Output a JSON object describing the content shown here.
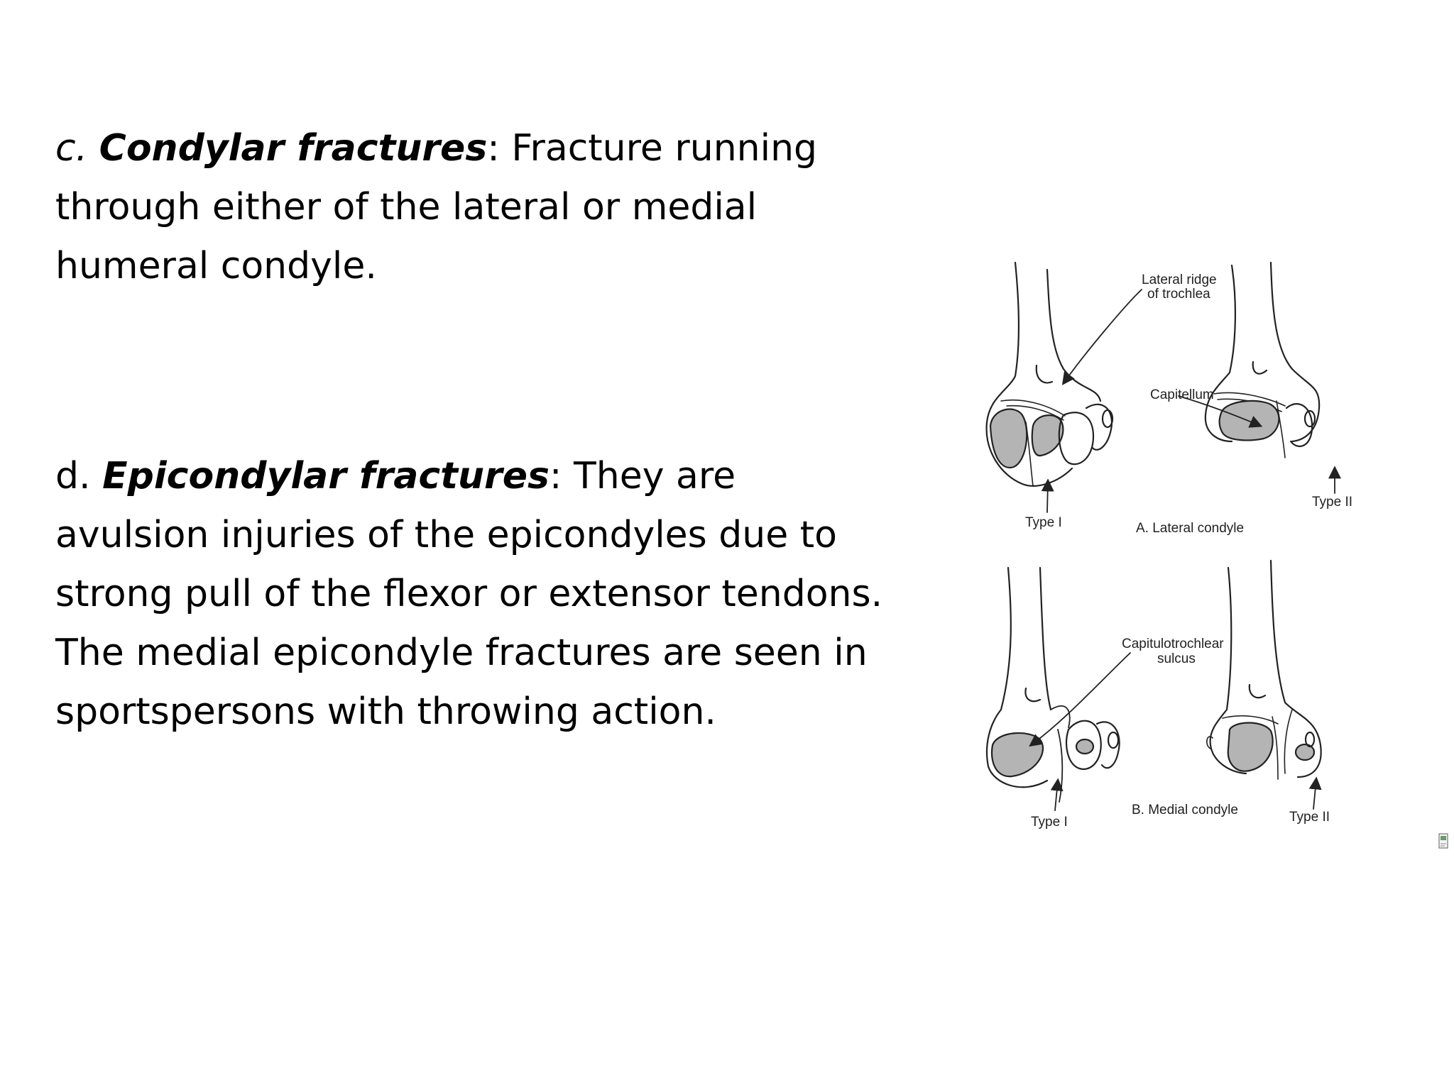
{
  "slide": {
    "para_c": {
      "prefix": "c. ",
      "term": "Condylar fractures",
      "colon": ":",
      "body": " Fracture running through either of the lateral or medial humeral condyle."
    },
    "para_d": {
      "prefix": "d. ",
      "term": "Epicondylar fractures",
      "colon": ":",
      "body": " They are avulsion injuries of the epicondyles due to strong pull of the flexor or extensor tendons. The medial epicondyle fractures are seen in sportspersons with throwing action."
    }
  },
  "figure": {
    "labels": {
      "lateral_ridge_l1": "Lateral ridge",
      "lateral_ridge_l2": "of trochlea",
      "capitellum": "Capitellum",
      "type1_top": "Type I",
      "type2_top": "Type II",
      "lateral_condyle": "A. Lateral condyle",
      "capitulotrochlear_l1": "Capitulotrochlear",
      "capitulotrochlear_l2": "sulcus",
      "type1_bottom": "Type I",
      "medial_condyle": "B. Medial condyle",
      "type2_bottom": "Type II"
    }
  }
}
